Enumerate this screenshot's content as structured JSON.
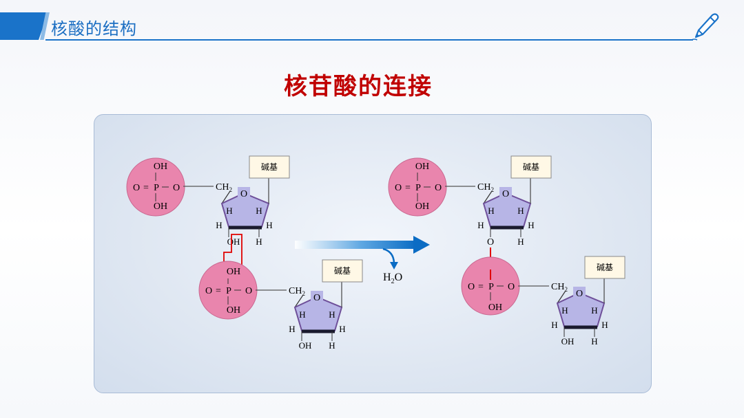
{
  "header": {
    "title": "核酸的结构"
  },
  "slide": {
    "title": "核苷酸的连接"
  },
  "labels": {
    "base": "碱基",
    "oh": "OH",
    "o": "O",
    "p": "P",
    "eq": "=",
    "ch2": "CH",
    "ch2_sub": "2",
    "h": "H",
    "water": "H",
    "water_sub": "2",
    "water_o": "O"
  },
  "colors": {
    "accent": "#1a73c9",
    "title_red": "#c00000",
    "phosphate": "#e985ad",
    "ring": "#6e4f99",
    "highlight": "#e00000",
    "arrow": "#0b6cc4"
  }
}
